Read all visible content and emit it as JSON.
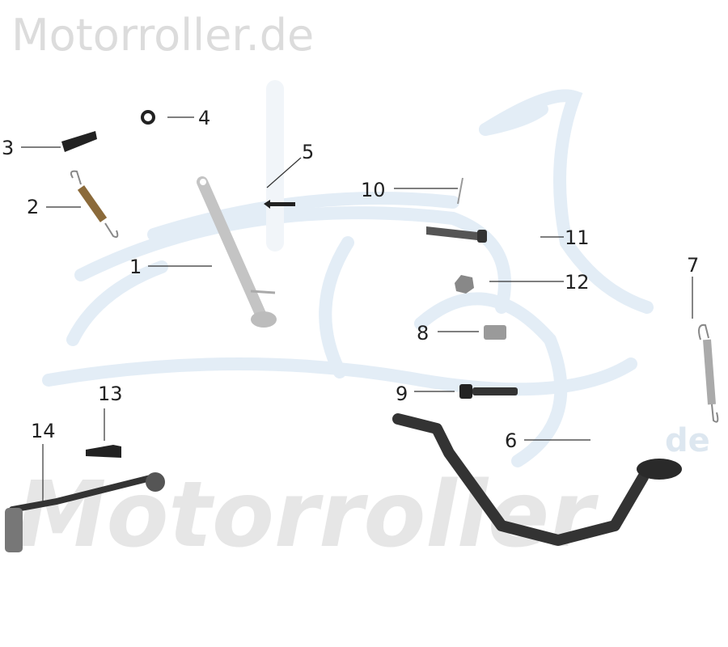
{
  "watermark": {
    "top": "Motorroller.de",
    "bottom": "Motorroller",
    "bottom_suffix": "de"
  },
  "colors": {
    "watermark_blue": "#e3edf6",
    "watermark_gray": "#e6e6e6",
    "part_dark": "#2a2a2a",
    "part_silver": "#c8c8c8"
  },
  "callouts": {
    "c1": "1",
    "c2": "2",
    "c3": "3",
    "c4": "4",
    "c5": "5",
    "c6": "6",
    "c7": "7",
    "c8": "8",
    "c9": "9",
    "c10": "10",
    "c11": "11",
    "c12": "12",
    "c13": "13",
    "c14": "14"
  }
}
